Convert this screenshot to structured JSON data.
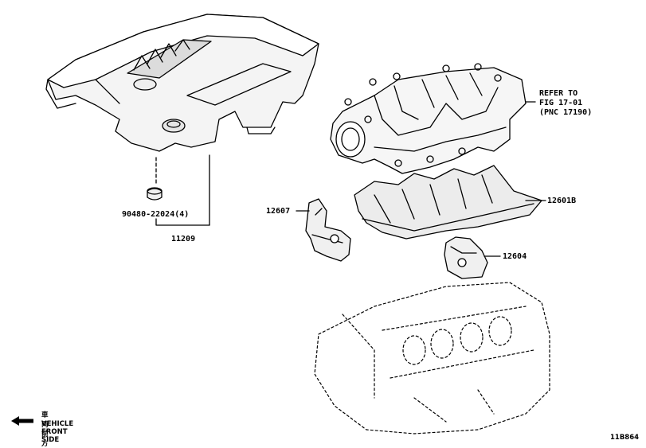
{
  "labels": {
    "refer_line1": "REFER TO",
    "refer_line2": "FIG 17-01",
    "refer_line3": "(PNC 17190)",
    "part_12601B": "12601B",
    "part_12607": "12607",
    "part_12604": "12604",
    "part_90480": "90480-22024(4)",
    "part_11209": "11209"
  },
  "orientation": {
    "line1": "車両前方",
    "line2": "VEHICLE FRONT SIDE"
  },
  "figure_code": "11B864"
}
